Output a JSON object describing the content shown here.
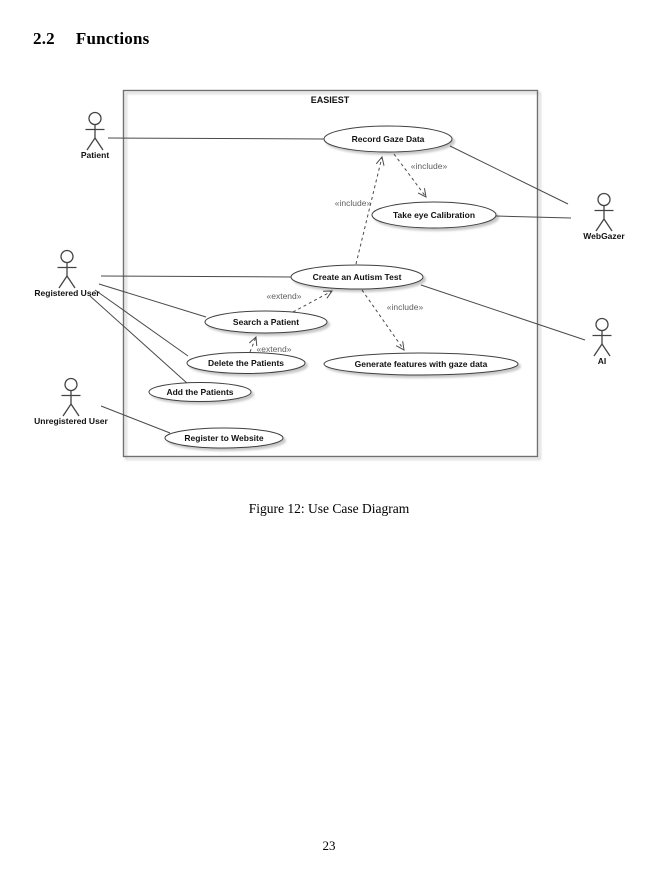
{
  "page": {
    "section_number": "2.2",
    "section_title": "Functions",
    "figure_caption": "Figure 12: Use Case Diagram",
    "page_number": "23"
  },
  "diagram": {
    "type": "uml-use-case",
    "system_label": "EASIEST",
    "actors": [
      {
        "id": "patient",
        "label": "Patient"
      },
      {
        "id": "webgazer",
        "label": "WebGazer"
      },
      {
        "id": "registered-user",
        "label": "Registered User"
      },
      {
        "id": "ai",
        "label": "AI"
      },
      {
        "id": "unregistered-user",
        "label": "Unregistered User"
      }
    ],
    "use_cases": [
      {
        "id": "record-gaze-data",
        "label": "Record Gaze Data"
      },
      {
        "id": "take-eye-calibration",
        "label": "Take eye Calibration"
      },
      {
        "id": "create-autism-test",
        "label": "Create an Autism Test"
      },
      {
        "id": "search-a-patient",
        "label": "Search a Patient"
      },
      {
        "id": "delete-the-patients",
        "label": "Delete the Patients"
      },
      {
        "id": "generate-features",
        "label": "Generate features with gaze data"
      },
      {
        "id": "add-the-patients",
        "label": "Add the Patients"
      },
      {
        "id": "register-to-website",
        "label": "Register to Website"
      }
    ],
    "stereotypes": {
      "include": "«include»",
      "extend": "«extend»"
    },
    "relationships": [
      {
        "from": "Patient",
        "to": "Record Gaze Data",
        "type": "association"
      },
      {
        "from": "Record Gaze Data",
        "to": "WebGazer",
        "type": "association"
      },
      {
        "from": "Take eye Calibration",
        "to": "WebGazer",
        "type": "association"
      },
      {
        "from": "Registered User",
        "to": "Create an Autism Test",
        "type": "association"
      },
      {
        "from": "Registered User",
        "to": "Search a Patient",
        "type": "association"
      },
      {
        "from": "Registered User",
        "to": "Delete the Patients",
        "type": "association"
      },
      {
        "from": "Registered User",
        "to": "Add the Patients",
        "type": "association"
      },
      {
        "from": "Create an Autism Test",
        "to": "AI",
        "type": "association"
      },
      {
        "from": "Unregistered User",
        "to": "Register to Website",
        "type": "association"
      },
      {
        "from": "Create an Autism Test",
        "to": "Record Gaze Data",
        "type": "include"
      },
      {
        "from": "Record Gaze Data",
        "to": "Take eye Calibration",
        "type": "include"
      },
      {
        "from": "Search a Patient",
        "to": "Create an Autism Test",
        "type": "extend"
      },
      {
        "from": "Delete the Patients",
        "to": "Search a Patient",
        "type": "extend"
      },
      {
        "from": "Create an Autism Test",
        "to": "Generate features with gaze data",
        "type": "include"
      }
    ],
    "colors": {
      "line": "#4a4a4a",
      "boundary": "#6f6f6f",
      "node_fill": "#ffffff",
      "node_text": "#111111",
      "stereotype_text": "#5e5e5e"
    }
  }
}
